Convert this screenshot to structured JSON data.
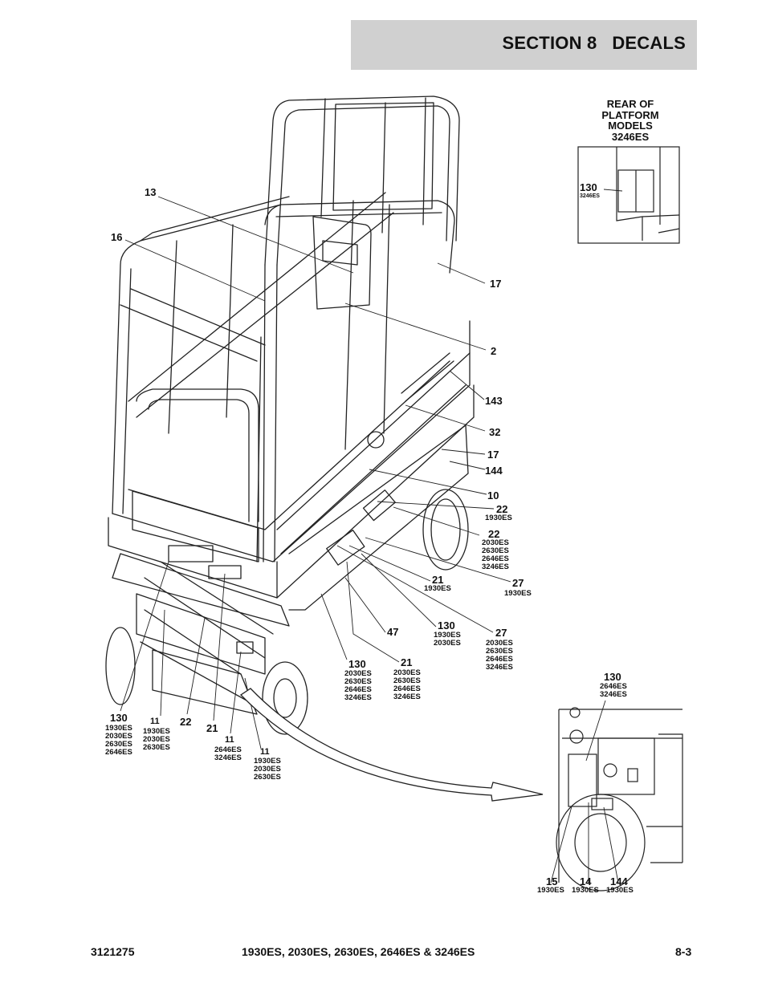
{
  "header": {
    "section_title": "SECTION 8   DECALS"
  },
  "inset_rear": {
    "title_lines": [
      "REAR OF",
      "PLATFORM",
      "MODELS",
      "3246ES"
    ],
    "callout": {
      "num": "130",
      "models": "3246ES"
    }
  },
  "callouts": {
    "c13": {
      "num": "13"
    },
    "c16": {
      "num": "16"
    },
    "c17a": {
      "num": "17"
    },
    "c2": {
      "num": "2"
    },
    "c143": {
      "num": "143"
    },
    "c32": {
      "num": "32"
    },
    "c17b": {
      "num": "17"
    },
    "c144": {
      "num": "144"
    },
    "c10": {
      "num": "10"
    },
    "c22a": {
      "num": "22",
      "models": "1930ES"
    },
    "c22b": {
      "num": "22",
      "models": [
        "2030ES",
        "2630ES",
        "2646ES",
        "3246ES"
      ]
    },
    "c21a": {
      "num": "21",
      "models": "1930ES"
    },
    "c27a": {
      "num": "27",
      "models": "1930ES"
    },
    "c47": {
      "num": "47"
    },
    "c130a": {
      "num": "130",
      "models": [
        "1930ES",
        "2030ES"
      ]
    },
    "c27b": {
      "num": "27",
      "models": [
        "2030ES",
        "2630ES",
        "2646ES",
        "3246ES"
      ]
    },
    "c130b": {
      "num": "130",
      "models": [
        "2030ES",
        "2630ES",
        "2646ES",
        "3246ES"
      ]
    },
    "c21b": {
      "num": "21",
      "models": [
        "2030ES",
        "2630ES",
        "2646ES",
        "3246ES"
      ]
    },
    "c130c": {
      "num": "130",
      "models": [
        "1930ES",
        "2030ES",
        "2630ES",
        "2646ES"
      ]
    },
    "c11a": {
      "num": "11",
      "models": [
        "1930ES",
        "2030ES",
        "2630ES"
      ]
    },
    "c22c": {
      "num": "22"
    },
    "c21c": {
      "num": "21"
    },
    "c11b": {
      "num": "11",
      "models": [
        "2646ES",
        "3246ES"
      ]
    },
    "c11c": {
      "num": "11",
      "models": [
        "1930ES",
        "2030ES",
        "2630ES"
      ]
    }
  },
  "inset_front": {
    "c130": {
      "num": "130",
      "models": [
        "2646ES",
        "3246ES"
      ]
    },
    "c15": {
      "num": "15",
      "models": "1930ES"
    },
    "c14": {
      "num": "14",
      "models": "1930ES"
    },
    "c144": {
      "num": "144",
      "models": "1930ES"
    }
  },
  "footer": {
    "doc_number": "3121275",
    "models_line": "1930ES, 2030ES, 2630ES, 2646ES & 3246ES",
    "page_number": "8-3"
  }
}
